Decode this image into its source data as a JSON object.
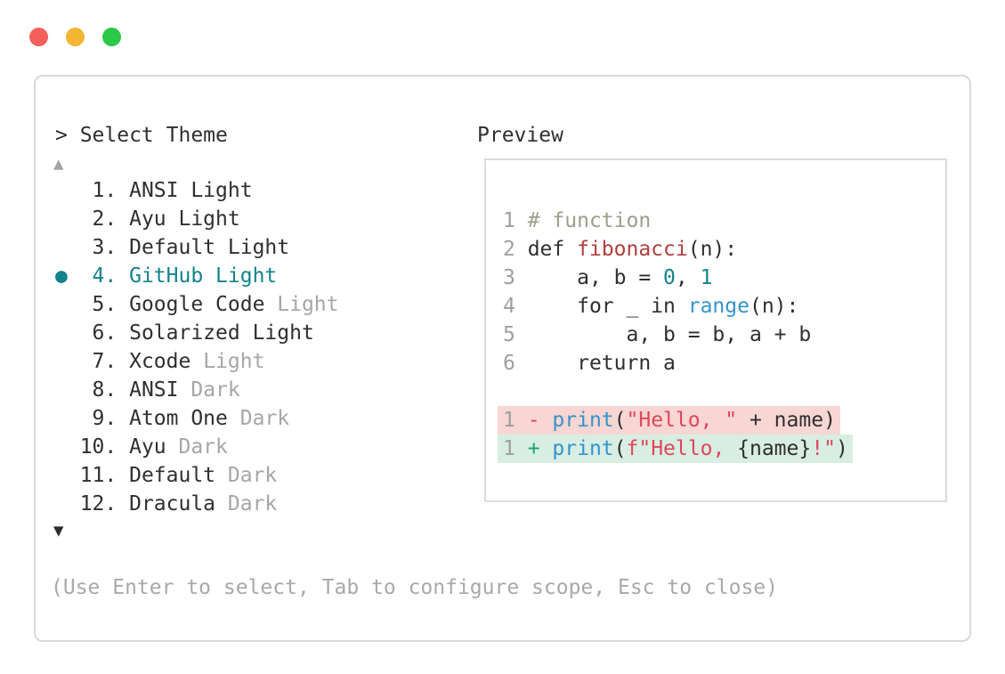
{
  "window": {
    "traffic_lights": [
      {
        "name": "close",
        "color": "#f4605a"
      },
      {
        "name": "minimize",
        "color": "#f2b632"
      },
      {
        "name": "maximize",
        "color": "#2bc948"
      }
    ]
  },
  "prompt": {
    "text": "> Select Theme"
  },
  "list": {
    "up_arrow": "▲",
    "down_arrow": "▼",
    "selected_marker": "●",
    "items": [
      {
        "num": 1,
        "selected": false,
        "segments": [
          [
            "plain",
            "ANSI Light"
          ]
        ]
      },
      {
        "num": 2,
        "selected": false,
        "segments": [
          [
            "plain",
            "Ayu Light"
          ]
        ]
      },
      {
        "num": 3,
        "selected": false,
        "segments": [
          [
            "plain",
            "Default Light"
          ]
        ]
      },
      {
        "num": 4,
        "selected": true,
        "segments": [
          [
            "sel",
            "GitHub Light"
          ]
        ]
      },
      {
        "num": 5,
        "selected": false,
        "segments": [
          [
            "plain",
            "Google Code "
          ],
          [
            "dim",
            "Light"
          ]
        ]
      },
      {
        "num": 6,
        "selected": false,
        "segments": [
          [
            "plain",
            "Solarized Light"
          ]
        ]
      },
      {
        "num": 7,
        "selected": false,
        "segments": [
          [
            "plain",
            "Xcode "
          ],
          [
            "dim",
            "Light"
          ]
        ]
      },
      {
        "num": 8,
        "selected": false,
        "segments": [
          [
            "plain",
            "ANSI "
          ],
          [
            "dim",
            "Dark"
          ]
        ]
      },
      {
        "num": 9,
        "selected": false,
        "segments": [
          [
            "plain",
            "Atom One "
          ],
          [
            "dim",
            "Dark"
          ]
        ]
      },
      {
        "num": 10,
        "selected": false,
        "segments": [
          [
            "plain",
            "Ayu "
          ],
          [
            "dim",
            "Dark"
          ]
        ]
      },
      {
        "num": 11,
        "selected": false,
        "segments": [
          [
            "plain",
            "Default "
          ],
          [
            "dim",
            "Dark"
          ]
        ]
      },
      {
        "num": 12,
        "selected": false,
        "segments": [
          [
            "plain",
            "Dracula "
          ],
          [
            "dim",
            "Dark"
          ]
        ]
      }
    ]
  },
  "preview": {
    "label": "Preview",
    "code_lines": [
      {
        "num": "1",
        "tokens": [
          [
            "comment",
            "# function"
          ]
        ]
      },
      {
        "num": "2",
        "tokens": [
          [
            "plain",
            "def "
          ],
          [
            "func",
            "fibonacci"
          ],
          [
            "plain",
            "(n):"
          ]
        ]
      },
      {
        "num": "3",
        "tokens": [
          [
            "plain",
            "    a, b = "
          ],
          [
            "number",
            "0"
          ],
          [
            "plain",
            ", "
          ],
          [
            "number",
            "1"
          ]
        ]
      },
      {
        "num": "4",
        "tokens": [
          [
            "plain",
            "    for _ in "
          ],
          [
            "call",
            "range"
          ],
          [
            "plain",
            "(n):"
          ]
        ]
      },
      {
        "num": "5",
        "tokens": [
          [
            "plain",
            "        a, b = b, a + b"
          ]
        ]
      },
      {
        "num": "6",
        "tokens": [
          [
            "plain",
            "    return a"
          ]
        ]
      }
    ],
    "diff_lines": [
      {
        "num": "1",
        "kind": "removed",
        "tokens": [
          [
            "minus",
            "- "
          ],
          [
            "call",
            "print"
          ],
          [
            "plain",
            "("
          ],
          [
            "string",
            "\"Hello, \""
          ],
          [
            "plain",
            " + name)"
          ]
        ]
      },
      {
        "num": "1",
        "kind": "added",
        "tokens": [
          [
            "plus",
            "+ "
          ],
          [
            "call",
            "print"
          ],
          [
            "plain",
            "("
          ],
          [
            "string",
            "f\"Hello, "
          ],
          [
            "plain",
            "{name}"
          ],
          [
            "string",
            "!\""
          ],
          [
            "plain",
            ")"
          ]
        ]
      }
    ]
  },
  "hint": "(Use Enter to select, Tab to configure scope, Esc to close)",
  "colors": {
    "accent_teal": "#13838c",
    "text_dark": "#2f2f2f",
    "text_dim": "#a6a6a6",
    "comment": "#9aa08c",
    "function_name": "#b03e3e",
    "builtin_call": "#3593ce",
    "string": "#e0475a",
    "number": "#13838c",
    "diff_removed_bg": "#f8d6d3",
    "diff_added_bg": "#d8eee2",
    "panel_border": "#d9d9d9",
    "preview_border": "#dcdcdc"
  }
}
